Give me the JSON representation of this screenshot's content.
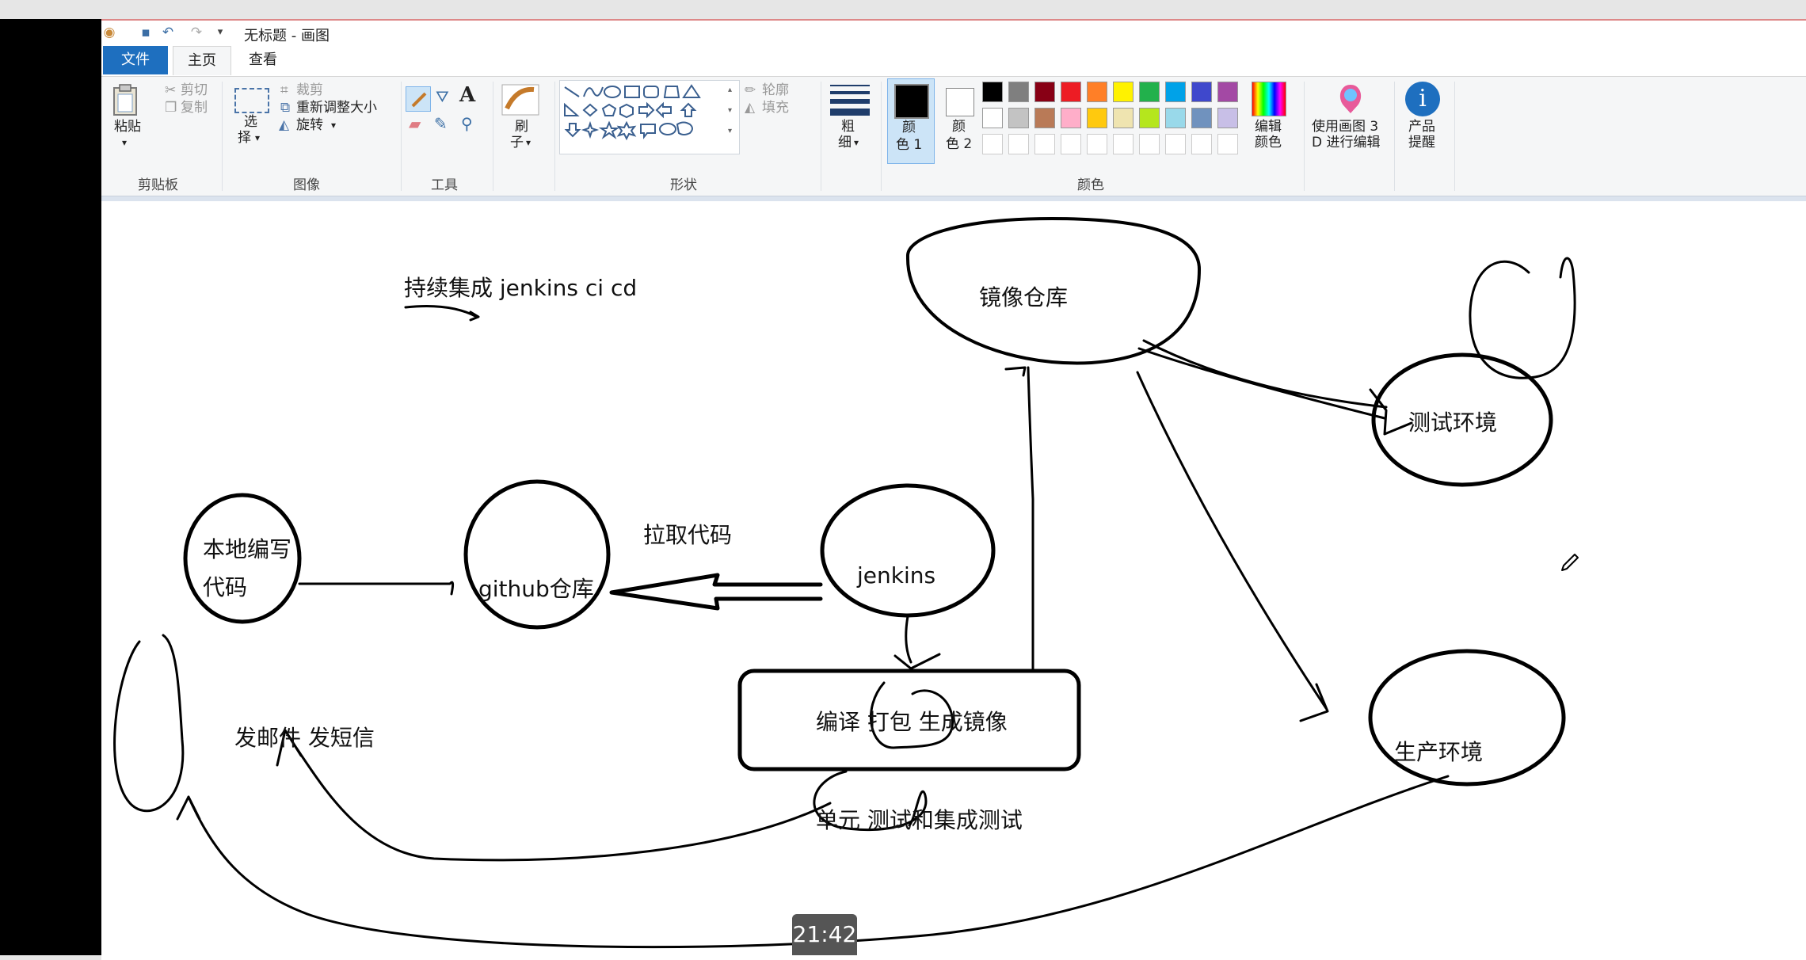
{
  "window": {
    "title": "无标题 - 画图",
    "qat_icons": [
      "app-icon",
      "save-icon",
      "undo-icon",
      "redo-icon",
      "customize-icon"
    ]
  },
  "tabs": [
    {
      "label": "文件"
    },
    {
      "label": "主页"
    },
    {
      "label": "查看"
    }
  ],
  "ribbon": {
    "clipboard": {
      "paste": "粘贴",
      "cut": "剪切",
      "copy": "复制",
      "label": "剪贴板"
    },
    "image": {
      "select1": "选",
      "select2": "择",
      "crop": "裁剪",
      "resize": "重新调整大小",
      "rotate": "旋转",
      "label": "图像"
    },
    "tools": {
      "label": "工具"
    },
    "brushes": {
      "label1": "刷",
      "label2": "子"
    },
    "shapes": {
      "outline": "轮廓",
      "fill": "填充",
      "label": "形状"
    },
    "size": {
      "label1": "粗",
      "label2": "细"
    },
    "color1": {
      "label1": "颜",
      "label2": "色 1"
    },
    "color2": {
      "label1": "颜",
      "label2": "色 2"
    },
    "edit_colors": {
      "label1": "编辑",
      "label2": "颜色"
    },
    "paint3d": {
      "label1": "使用画图 3",
      "label2": "D 进行编辑"
    },
    "product": {
      "label1": "产品",
      "label2": "提醒"
    },
    "colors_label": "颜色",
    "palette_row1": [
      "#000000",
      "#7f7f7f",
      "#880015",
      "#ed1c24",
      "#ff7f27",
      "#fff200",
      "#22b14c",
      "#00a2e8",
      "#3f48cc",
      "#a349a4"
    ],
    "palette_row2": [
      "#ffffff",
      "#c3c3c3",
      "#b97a57",
      "#ffaec9",
      "#ffc90e",
      "#efe4b0",
      "#b5e61d",
      "#99d9ea",
      "#7092be",
      "#c8bfe7"
    ],
    "palette_row3": [
      "#ffffff",
      "#ffffff",
      "#ffffff",
      "#ffffff",
      "#ffffff",
      "#ffffff",
      "#ffffff",
      "#ffffff",
      "#ffffff",
      "#ffffff"
    ]
  },
  "canvas": {
    "title": "持续集成 jenkins  ci cd",
    "local_code1": "本地编写",
    "local_code2": "代码",
    "github": "github仓库",
    "pull_code": "拉取代码",
    "jenkins": "jenkins",
    "build": "编译 打包 生成镜像",
    "registry": "镜像仓库",
    "test_env": "测试环境",
    "prod_env": "生产环境",
    "notify": "发邮件 发短信",
    "unit_test": "单元 测试和集成测试"
  },
  "video": {
    "time": "21:42"
  }
}
